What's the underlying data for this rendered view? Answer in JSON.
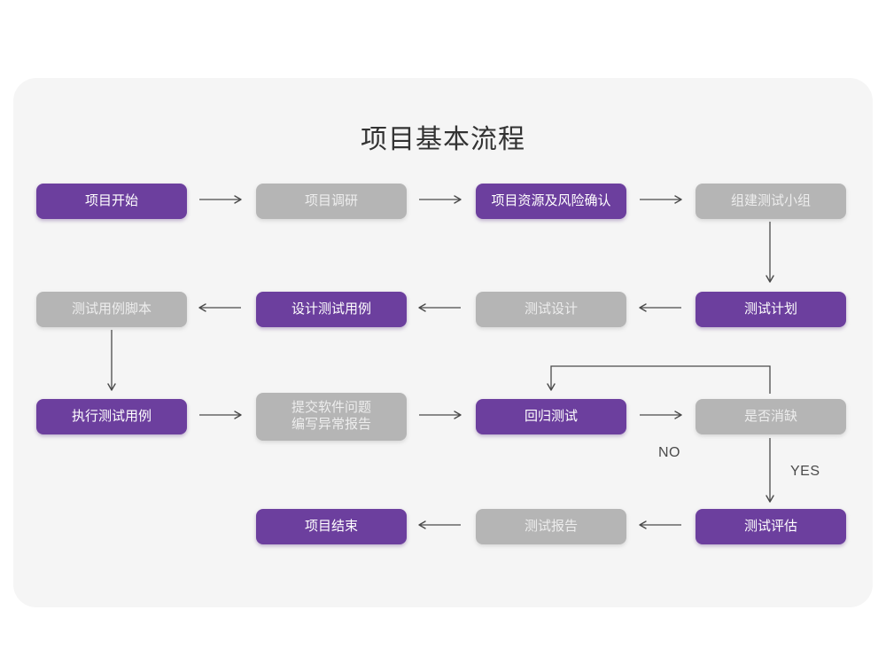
{
  "diagram": {
    "title": "项目基本流程",
    "colors": {
      "purple": "#6c3f9e",
      "gray": "#b5b5b5",
      "card_background": "#f5f5f5",
      "page_background": "#ffffff",
      "connector": "#4a4a4a"
    },
    "nodes": [
      {
        "id": "n1",
        "label": "项目开始",
        "style": "purple",
        "row": 1
      },
      {
        "id": "n2",
        "label": "项目调研",
        "style": "gray",
        "row": 1
      },
      {
        "id": "n3",
        "label": "项目资源及风险确认",
        "style": "purple",
        "row": 1
      },
      {
        "id": "n4",
        "label": "组建测试小组",
        "style": "gray",
        "row": 1
      },
      {
        "id": "n5",
        "label": "测试计划",
        "style": "purple",
        "row": 2
      },
      {
        "id": "n6",
        "label": "测试设计",
        "style": "gray",
        "row": 2
      },
      {
        "id": "n7",
        "label": "设计测试用例",
        "style": "purple",
        "row": 2
      },
      {
        "id": "n8",
        "label": "测试用例脚本",
        "style": "gray",
        "row": 2
      },
      {
        "id": "n9",
        "label": "执行测试用例",
        "style": "purple",
        "row": 3
      },
      {
        "id": "n10",
        "label": "提交软件问题\n编写异常报告",
        "style": "gray",
        "row": 3
      },
      {
        "id": "n11",
        "label": "回归测试",
        "style": "purple",
        "row": 3
      },
      {
        "id": "n12",
        "label": "是否消缺",
        "style": "gray",
        "row": 3
      },
      {
        "id": "n13",
        "label": "测试评估",
        "style": "purple",
        "row": 4
      },
      {
        "id": "n14",
        "label": "测试报告",
        "style": "gray",
        "row": 4
      },
      {
        "id": "n15",
        "label": "项目结束",
        "style": "purple",
        "row": 4
      }
    ],
    "edge_labels": {
      "no": "NO",
      "yes": "YES"
    },
    "edges": [
      {
        "from": "n1",
        "to": "n2",
        "direction": "right"
      },
      {
        "from": "n2",
        "to": "n3",
        "direction": "right"
      },
      {
        "from": "n3",
        "to": "n4",
        "direction": "right"
      },
      {
        "from": "n4",
        "to": "n5",
        "direction": "down"
      },
      {
        "from": "n5",
        "to": "n6",
        "direction": "left"
      },
      {
        "from": "n6",
        "to": "n7",
        "direction": "left"
      },
      {
        "from": "n7",
        "to": "n8",
        "direction": "left"
      },
      {
        "from": "n8",
        "to": "n9",
        "direction": "down"
      },
      {
        "from": "n9",
        "to": "n10",
        "direction": "right"
      },
      {
        "from": "n10",
        "to": "n11",
        "direction": "right"
      },
      {
        "from": "n11",
        "to": "n12",
        "direction": "right"
      },
      {
        "from": "n12",
        "to": "n11",
        "direction": "loop-up-left-down",
        "label": "NO"
      },
      {
        "from": "n12",
        "to": "n13",
        "direction": "down",
        "label": "YES"
      },
      {
        "from": "n13",
        "to": "n14",
        "direction": "left"
      },
      {
        "from": "n14",
        "to": "n15",
        "direction": "left"
      }
    ]
  }
}
